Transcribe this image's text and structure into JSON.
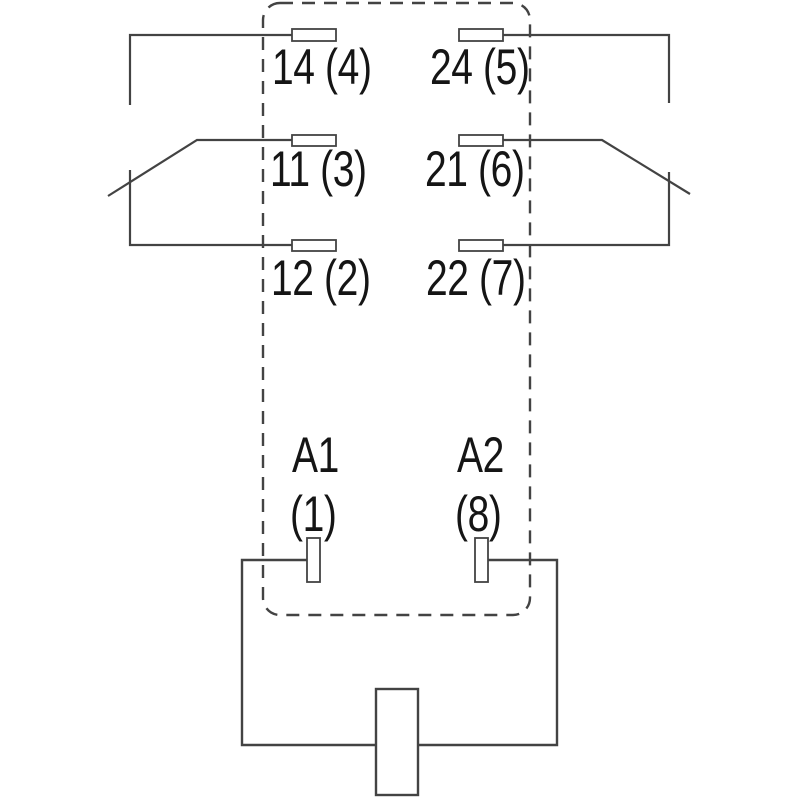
{
  "relay_diagram": {
    "kind": "relay-pinout-schematic",
    "contacts": {
      "no": {
        "left": "14 (4)",
        "right": "24 (5)"
      },
      "com": {
        "left": "11 (3)",
        "right": "21 (6)"
      },
      "nc": {
        "left": "12 (2)",
        "right": "22 (7)"
      }
    },
    "coil": {
      "a1": {
        "name": "A1",
        "pin": "(1)"
      },
      "a2": {
        "name": "A2",
        "pin": "(8)"
      }
    },
    "colors": {
      "line": "#434343",
      "text": "#151515",
      "background": "#ffffff"
    }
  }
}
